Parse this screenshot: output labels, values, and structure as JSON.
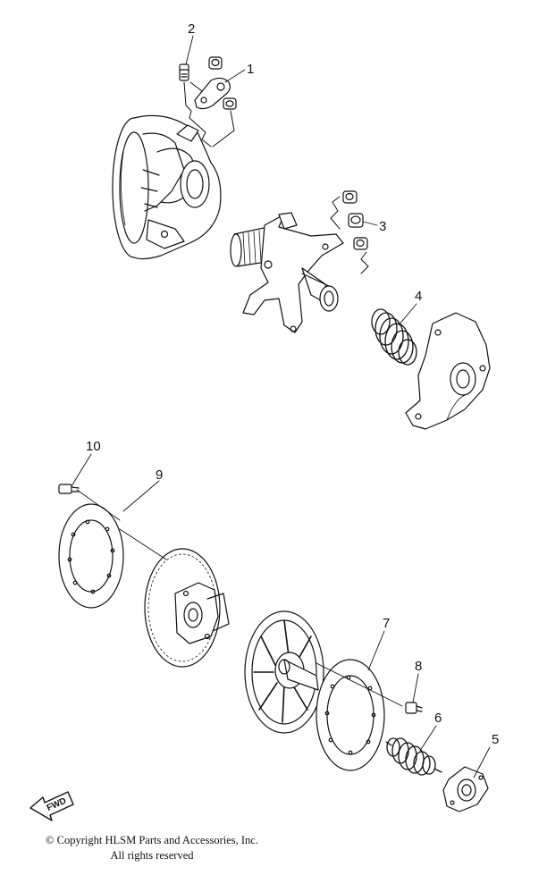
{
  "callouts": {
    "c1": "1",
    "c2": "2",
    "c3": "3",
    "c4": "4",
    "c5": "5",
    "c6": "6",
    "c7": "7",
    "c8": "8",
    "c9": "9",
    "c10": "10"
  },
  "fwd_label": "FWD",
  "footer": {
    "copyright": "© Copyright HLSM Parts and Accessories, Inc.",
    "rights": "All rights reserved"
  }
}
